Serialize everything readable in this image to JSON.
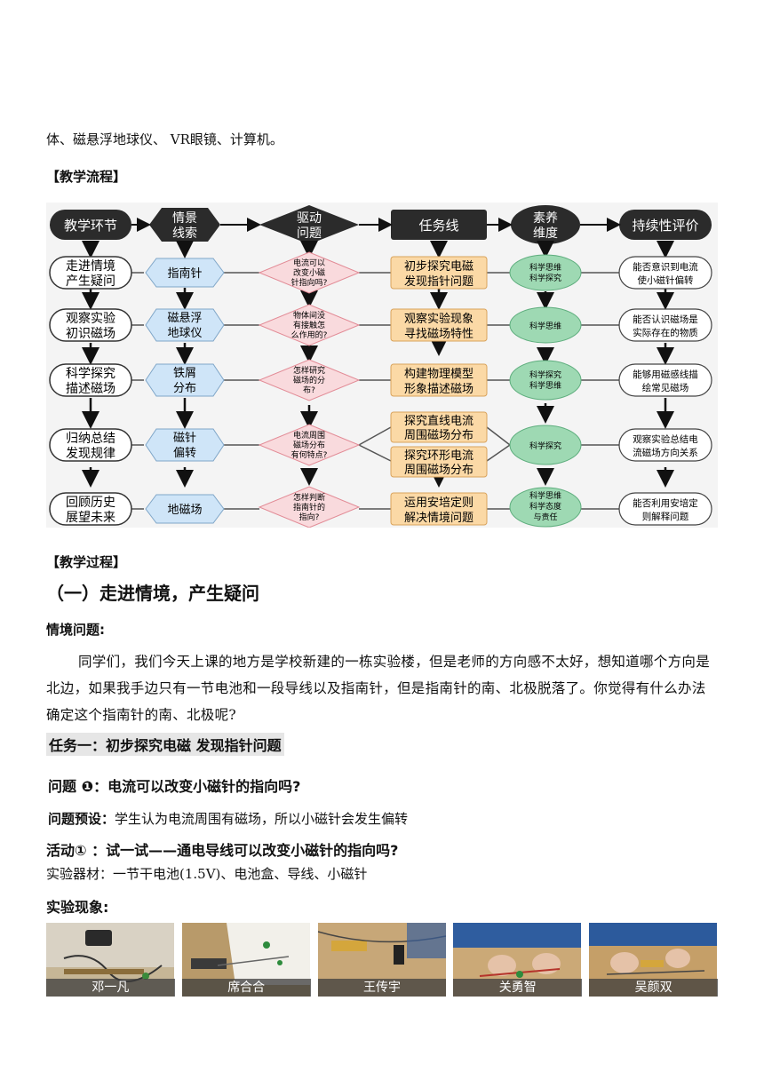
{
  "intro_text": "体、磁悬浮地球仪、 VR眼镜、计算机。",
  "flow_section_title": "【教学流程】",
  "flowchart": {
    "headers": {
      "col1": "教学环节",
      "col2_l1": "情景",
      "col2_l2": "线索",
      "col3_l1": "驱动",
      "col3_l2": "问题",
      "col4": "任务线",
      "col5_l1": "素养",
      "col5_l2": "维度",
      "col6": "持续性评价"
    },
    "stages": [
      {
        "l1": "走进情境",
        "l2": "产生疑问"
      },
      {
        "l1": "观察实验",
        "l2": "初识磁场"
      },
      {
        "l1": "科学探究",
        "l2": "描述磁场"
      },
      {
        "l1": "归纳总结",
        "l2": "发现规律"
      },
      {
        "l1": "回顾历史",
        "l2": "展望未来"
      }
    ],
    "clues": [
      {
        "l1": "指南针",
        "l2": ""
      },
      {
        "l1": "磁悬浮",
        "l2": "地球仪"
      },
      {
        "l1": "铁屑",
        "l2": "分布"
      },
      {
        "l1": "磁针",
        "l2": "偏转"
      },
      {
        "l1": "地磁场",
        "l2": ""
      }
    ],
    "questions": [
      {
        "l1": "电流可以",
        "l2": "改变小磁",
        "l3": "针指向吗?"
      },
      {
        "l1": "物体间没",
        "l2": "有接触怎",
        "l3": "么作用的?"
      },
      {
        "l1": "怎样研究",
        "l2": "磁场的分",
        "l3": "布?"
      },
      {
        "l1": "电流周围",
        "l2": "磁场分布",
        "l3": "有何特点?"
      },
      {
        "l1": "怎样判断",
        "l2": "指南针的",
        "l3": "指向?"
      }
    ],
    "tasks": [
      {
        "l1": "初步探究电磁",
        "l2": "发现指针问题"
      },
      {
        "l1": "观察实验现象",
        "l2": "寻找磁场特性"
      },
      {
        "l1": "构建物理模型",
        "l2": "形象描述磁场"
      },
      {
        "l1": "探究直线电流",
        "l2": "周围磁场分布"
      },
      {
        "l1": "探究环形电流",
        "l2": "周围磁场分布"
      },
      {
        "l1": "运用安培定则",
        "l2": "解决情境问题"
      }
    ],
    "literacy": [
      {
        "l1": "科学思维",
        "l2": "科学探究",
        "l3": ""
      },
      {
        "l1": "科学思维",
        "l2": "",
        "l3": ""
      },
      {
        "l1": "科学探究",
        "l2": "科学思维",
        "l3": ""
      },
      {
        "l1": "科学探究",
        "l2": "",
        "l3": ""
      },
      {
        "l1": "科学思维",
        "l2": "科学态度",
        "l3": "与责任"
      }
    ],
    "evaluations": [
      {
        "l1": "能否意识到电流",
        "l2": "使小磁针偏转"
      },
      {
        "l1": "能否认识磁场是",
        "l2": "实际存在的物质"
      },
      {
        "l1": "能够用磁感线描",
        "l2": "绘常见磁场"
      },
      {
        "l1": "观察实验总结电",
        "l2": "流磁场方向关系"
      },
      {
        "l1": "能否利用安培定",
        "l2": "则解释问题"
      }
    ],
    "colors": {
      "header": "#2b2b2b",
      "clue_fill": "#cfe5f8",
      "question_fill": "#f9dadd",
      "task_fill": "#fbd9a6",
      "literacy_fill": "#9ed9b3",
      "eval_fill": "#ffffff"
    }
  },
  "process_section_title": "【教学过程】",
  "section1_heading": "（一）走进情境，产生疑问",
  "situation_label": "情境问题:",
  "situation_text": "同学们，我们今天上课的地方是学校新建的一栋实验楼，但是老师的方向感不太好，想知道哪个方向是北边，如果我手边只有一节电池和一段导线以及指南针，但是指南针的南、北极脱落了。你觉得有什么办法确定这个指南针的南、北极呢?",
  "task1_title": "任务一：初步探究电磁 发现指针问题",
  "question1": "问题 ❶：电流可以改变小磁针的指向吗?",
  "preset_label": "问题预设：",
  "preset_text": "学生认为电流周围有磁场，所以小磁针会发生偏转",
  "activity1": "活动① ：试一试——通电导线可以改变小磁针的指向吗?",
  "materials": "实验器材：一节干电池(1.5V)、电池盒、导线、小磁针",
  "phenomenon_label": "实验现象:",
  "photos": [
    {
      "caption": "邓一凡"
    },
    {
      "caption": "席合合"
    },
    {
      "caption": "王传宇"
    },
    {
      "caption": "关勇智"
    },
    {
      "caption": "吴颜双"
    }
  ]
}
